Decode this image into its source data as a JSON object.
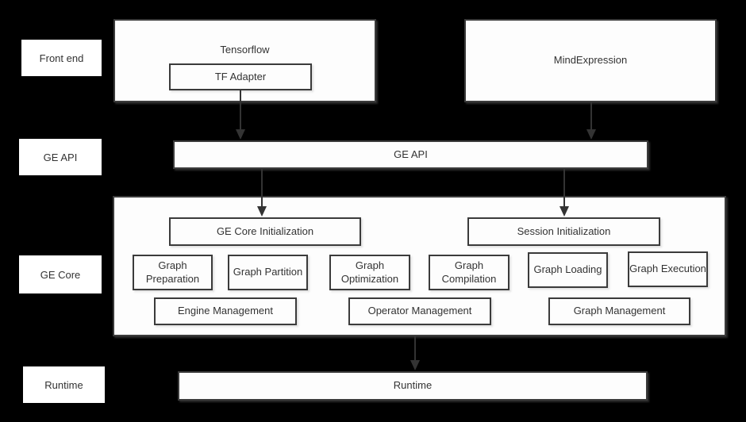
{
  "colors": {
    "background": "#000000",
    "box_fill": "#fdfdfd",
    "box_border": "#3b3b3b",
    "text": "#333333",
    "arrow": "#333333"
  },
  "side_labels": {
    "front_end": "Front end",
    "ge_api": "GE API",
    "ge_core": "GE Core",
    "runtime": "Runtime"
  },
  "frontend": {
    "tensorflow": "Tensorflow",
    "tf_adapter": "TF Adapter",
    "mindexpression": "MindExpression"
  },
  "api": {
    "label": "GE API"
  },
  "core": {
    "ge_core_init": "GE Core Initialization",
    "session_init": "Session Initialization",
    "modules": [
      "Graph Preparation",
      "Graph Partition",
      "Graph Optimization",
      "Graph Compilation",
      "Graph Loading",
      "Graph Execution"
    ],
    "management": [
      "Engine Management",
      "Operator Management",
      "Graph Management"
    ]
  },
  "runtime_bar": {
    "label": "Runtime"
  }
}
